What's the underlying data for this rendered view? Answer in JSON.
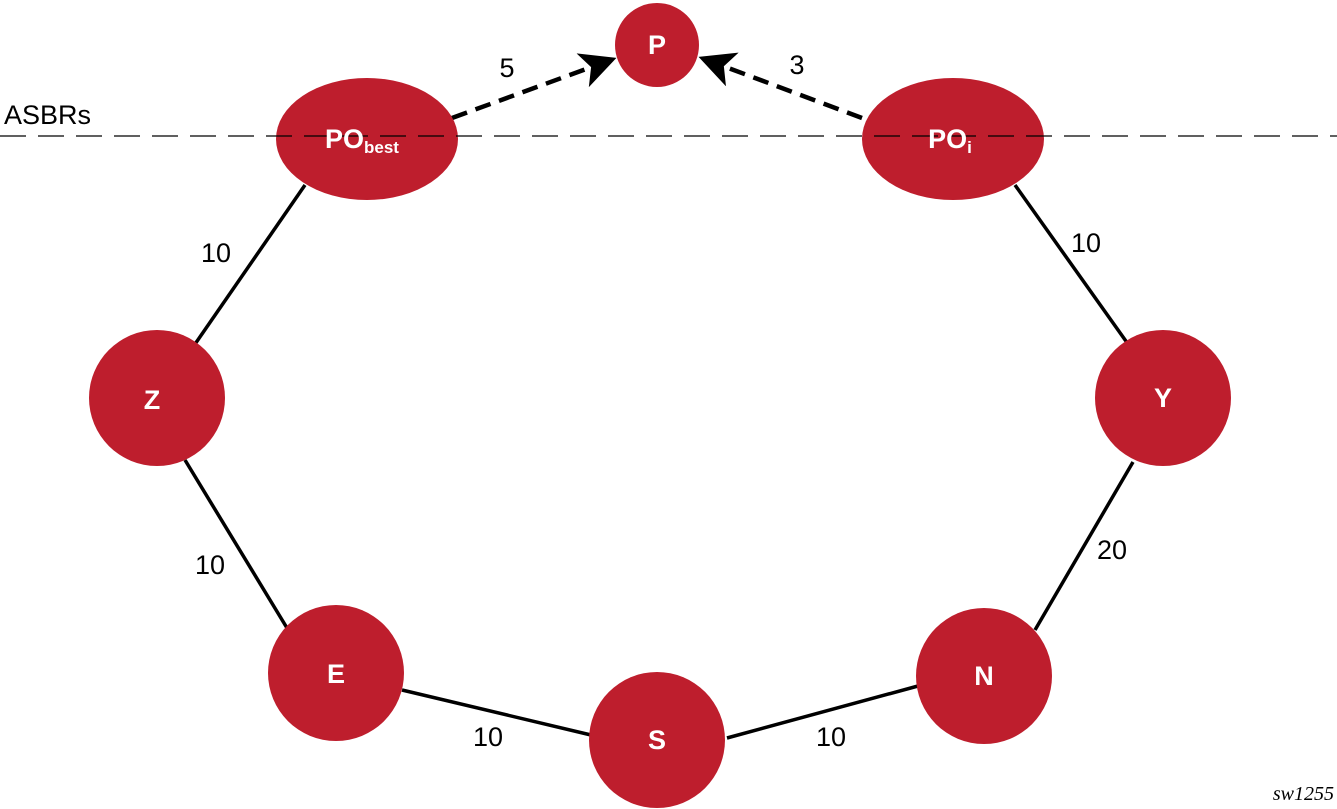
{
  "boundary": {
    "label": "ASBRs"
  },
  "nodes": {
    "P": {
      "label": "P"
    },
    "PObest": {
      "label": "PO",
      "sub": "best"
    },
    "POi": {
      "label": "PO",
      "sub": "i"
    },
    "Z": {
      "label": "Z"
    },
    "Y": {
      "label": "Y"
    },
    "E": {
      "label": "E"
    },
    "S": {
      "label": "S"
    },
    "N": {
      "label": "N"
    }
  },
  "edges": {
    "PObest_P": {
      "cost": "5"
    },
    "POi_P": {
      "cost": "3"
    },
    "PObest_Z": {
      "cost": "10"
    },
    "POi_Y": {
      "cost": "10"
    },
    "Z_E": {
      "cost": "10"
    },
    "Y_N": {
      "cost": "20"
    },
    "E_S": {
      "cost": "10"
    },
    "S_N": {
      "cost": "10"
    }
  },
  "figure_id": "sw1255",
  "colors": {
    "node": "#be1e2d"
  }
}
